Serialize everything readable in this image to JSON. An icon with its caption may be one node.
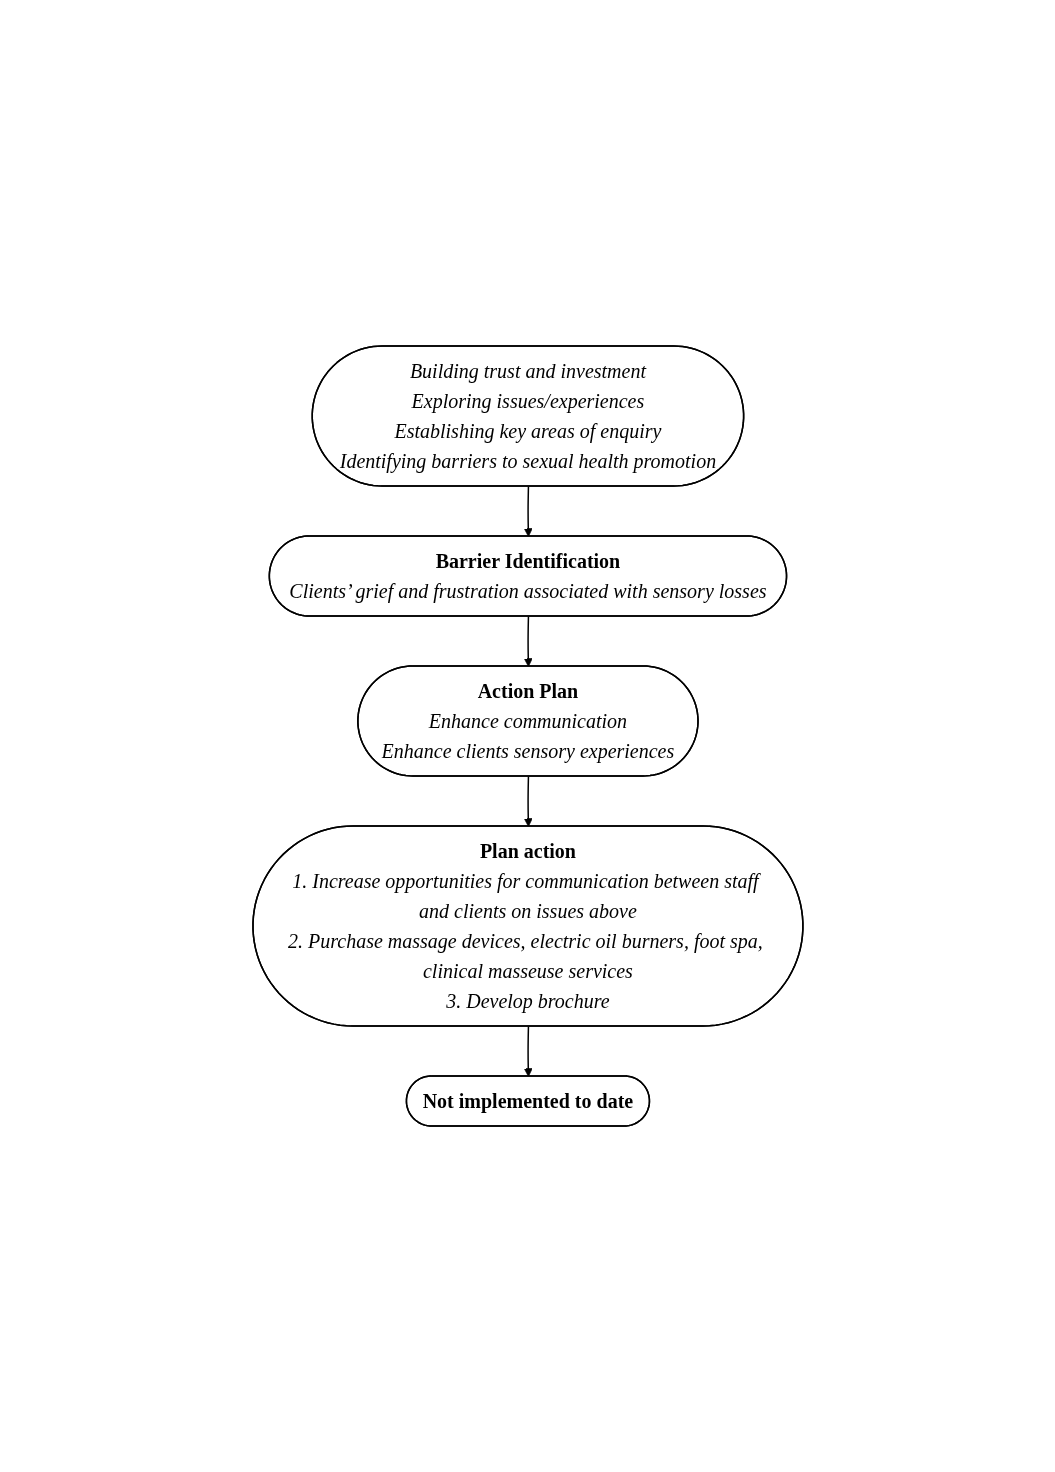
{
  "diagram": {
    "nodes": [
      {
        "text": [
          "Building trust and investment",
          "Exploring issues/experiences",
          "Establishing key areas of enquiry",
          "Identifying barriers to sexual health promotion"
        ]
      },
      {
        "text": [
          "Barrier Identification",
          "Clients’ grief and frustration associated with sensory losses"
        ]
      },
      {
        "text": [
          "Action Plan",
          "Enhance communication",
          "Enhance clients sensory experiences"
        ]
      },
      {
        "text": [
          "Plan action",
          "1. Increase opportunities for communication between staff and clients on issues above",
          "2. Purchase massage devices, electric oil burners, foot spa, clinical masseuse services",
          "3. Develop brochure"
        ]
      },
      {
        "text": [
          "Not implemented to date"
        ]
      }
    ],
    "edges": [
      {
        "from": 0,
        "to": 1,
        "arrow": "to"
      },
      {
        "from": 1,
        "to": 2,
        "arrow": "to"
      },
      {
        "from": 2,
        "to": 3,
        "arrow": "to"
      },
      {
        "from": 3,
        "to": 4,
        "arrow": "to"
      }
    ]
  }
}
